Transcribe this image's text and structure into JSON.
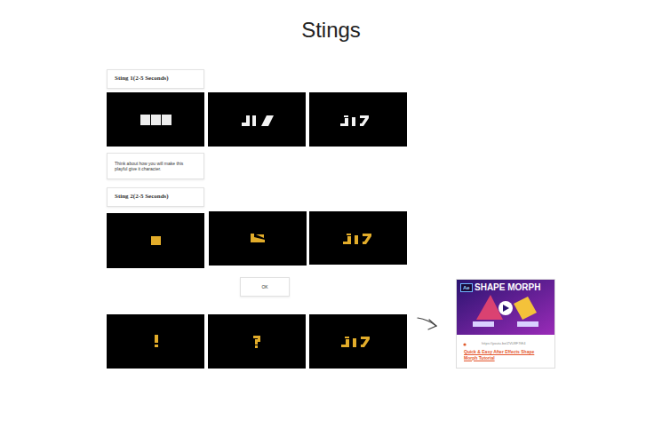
{
  "diagram": {
    "title": "Stings",
    "nodes": [
      {
        "text": [
          "Sting 1(2-5 Seconds)"
        ]
      },
      {
        "text": [
          "Think about how you will make this playful give it character."
        ]
      },
      {
        "text": [
          "Sting 2(2-5 Seconds)"
        ]
      },
      {
        "text": [
          "OK"
        ]
      },
      {
        "text": [
          "Ae",
          "SHAPE MORPH",
          "https://youtu.be/ZVU8F7tE4",
          "Quick & Easy After Effects Shape Morph Tutorial"
        ]
      }
    ]
  }
}
